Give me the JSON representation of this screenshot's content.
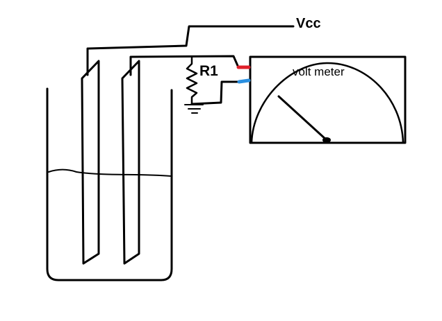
{
  "diagram": {
    "labels": {
      "vcc": "Vcc",
      "resistor": "R1",
      "meter": "volt meter"
    },
    "colors": {
      "wire": "#000000",
      "positive_terminal": "#e0202a",
      "negative_terminal": "#2a8fe0",
      "background": "#ffffff"
    },
    "components": [
      "beaker",
      "liquid",
      "electrode-left",
      "electrode-right",
      "resistor",
      "ground",
      "voltmeter",
      "needle"
    ]
  }
}
